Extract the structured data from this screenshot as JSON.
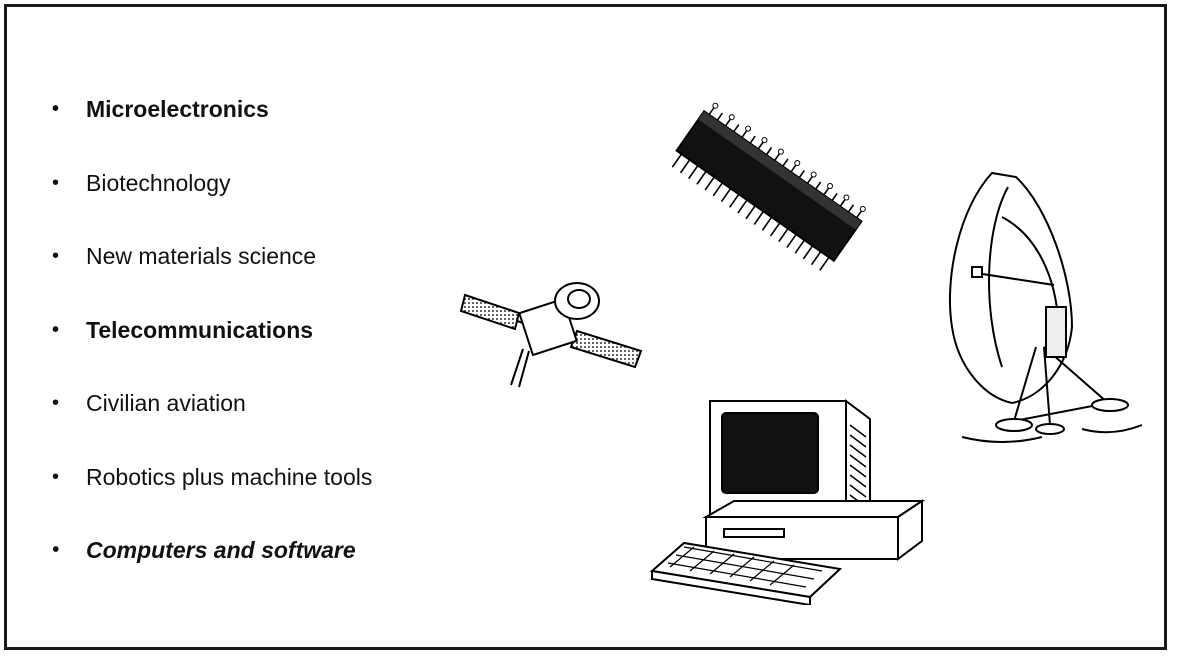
{
  "bullet_glyph": "•",
  "items": [
    {
      "label": "Microelectronics",
      "style": "bold"
    },
    {
      "label": "Biotechnology",
      "style": "normal"
    },
    {
      "label": "New materials science",
      "style": "normal"
    },
    {
      "label": "Telecommunications",
      "style": "bold"
    },
    {
      "label": "Civilian aviation",
      "style": "normal"
    },
    {
      "label": "Robotics plus machine tools",
      "style": "normal"
    },
    {
      "label": "Computers and software",
      "style": "bolditalic"
    }
  ],
  "illustrations": [
    "microchip-icon",
    "satellite-icon",
    "satellite-dish-icon",
    "desktop-computer-icon"
  ]
}
